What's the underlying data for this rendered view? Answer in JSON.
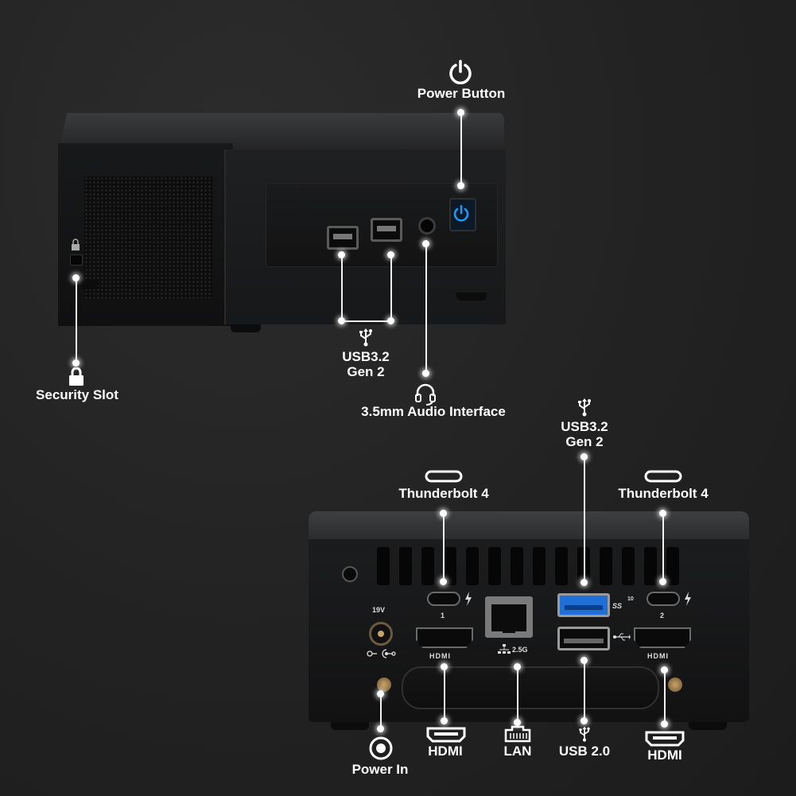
{
  "front_labels": {
    "power_button": "Power Button",
    "usb_front_line1": "USB3.2",
    "usb_front_line2": "Gen 2",
    "security_slot": "Security Slot",
    "audio": "3.5mm Audio Interface"
  },
  "rear_labels": {
    "usb_rear_line1": "USB3.2",
    "usb_rear_line2": "Gen 2",
    "thunderbolt_left": "Thunderbolt 4",
    "thunderbolt_right": "Thunderbolt 4",
    "hdmi_left": "HDMI",
    "lan": "LAN",
    "usb20": "USB 2.0",
    "hdmi_right": "HDMI",
    "power_in": "Power In"
  },
  "device_printing": {
    "dc_voltage": "19V",
    "tb_port_1": "1",
    "tb_port_2": "2",
    "hdmi_port_left": "HDMI",
    "hdmi_port_right": "HDMI",
    "lan_speed": "2.5G",
    "usb_ss_mark": "SS",
    "usb_ss_speed": "10"
  },
  "colors": {
    "background": "#232323",
    "label_text": "#ffffff",
    "power_led": "#1e9bff",
    "usb3_blue": "#1f6fd6"
  },
  "icons": [
    "power-icon",
    "usb-icon",
    "lock-icon",
    "headset-icon",
    "thunderbolt-connector-icon",
    "hdmi-connector-icon",
    "lan-connector-icon",
    "dc-jack-icon"
  ]
}
